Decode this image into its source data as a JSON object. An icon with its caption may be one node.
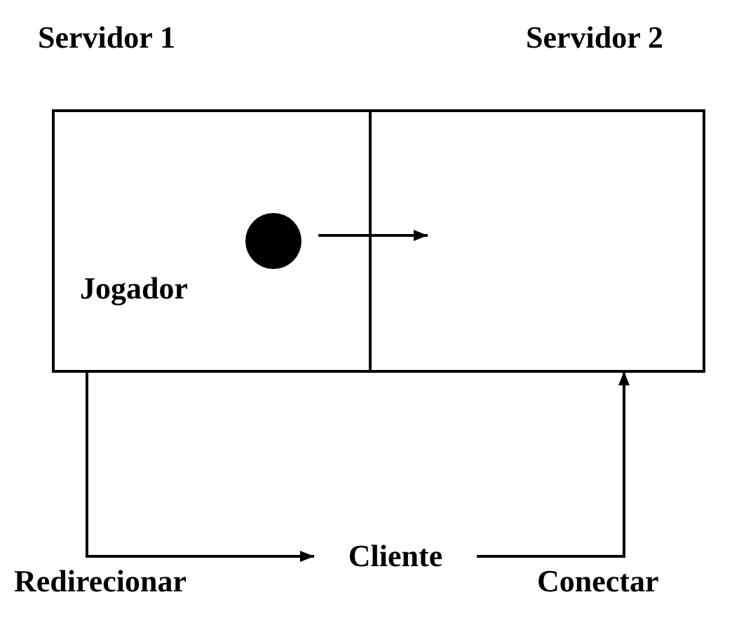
{
  "diagram": {
    "nodes": [
      {
        "text": [
          "Servidor 1",
          "Jogador"
        ]
      },
      {
        "text": [
          "Servidor 2"
        ]
      },
      {
        "text": [],
        "shape": "circle",
        "in": 0
      },
      {
        "text": [
          "Cliente"
        ]
      }
    ],
    "edges": [
      {
        "from": 2,
        "to": 1,
        "arrow": "to"
      },
      {
        "from": 0,
        "to": 3,
        "arrow": "to",
        "label": "Redirecionar"
      },
      {
        "from": 3,
        "to": 1,
        "arrow": "to",
        "label": "Conectar"
      }
    ]
  }
}
